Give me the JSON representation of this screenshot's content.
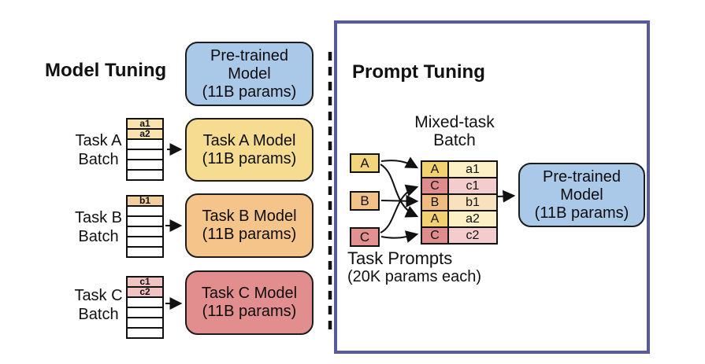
{
  "colors": {
    "pretrained_blue": "#aac8e8",
    "task_a_model_yellow": "#f6dc90",
    "task_b_model_orange": "#f5c48b",
    "task_c_model_red": "#e28e8e",
    "batch_a_cell": "#f8e2ad",
    "batch_b_cell": "#f3cf9f",
    "batch_c_cell": "#f1c2c2",
    "prompt_a": "#f3d57c",
    "prompt_b": "#f2c289",
    "prompt_c": "#e29090",
    "mixed_task_a": "#f2d170",
    "mixed_task_b": "#f1bb80",
    "mixed_task_c": "#e18c8c",
    "mixed_ex_a": "#fbf0c6",
    "mixed_ex_b": "#f8e2bd",
    "mixed_ex_c": "#f3cdcd",
    "panel_border": "#575b9c",
    "outline": "#1c1c1c"
  },
  "model_tuning": {
    "title": "Model Tuning",
    "pretrained_model": {
      "line1": "Pre-trained",
      "line2": "Model",
      "line3": "(11B params)"
    },
    "tasks": [
      {
        "name": "Task A",
        "batch_word": "Batch",
        "examples": [
          "a1",
          "a2"
        ],
        "model": {
          "line1": "Task A Model",
          "line2": "(11B params)"
        }
      },
      {
        "name": "Task B",
        "batch_word": "Batch",
        "examples": [
          "b1"
        ],
        "model": {
          "line1": "Task B Model",
          "line2": "(11B params)"
        }
      },
      {
        "name": "Task C",
        "batch_word": "Batch",
        "examples": [
          "c1",
          "c2"
        ],
        "model": {
          "line1": "Task C Model",
          "line2": "(11B params)"
        }
      }
    ]
  },
  "prompt_tuning": {
    "title": "Prompt Tuning",
    "mixed_batch_label": {
      "line1": "Mixed-task",
      "line2": "Batch"
    },
    "task_prompts": [
      "A",
      "B",
      "C"
    ],
    "mixed_batch_rows": [
      {
        "task": "A",
        "example": "a1"
      },
      {
        "task": "C",
        "example": "c1"
      },
      {
        "task": "B",
        "example": "b1"
      },
      {
        "task": "A",
        "example": "a2"
      },
      {
        "task": "C",
        "example": "c2"
      }
    ],
    "pretrained_model": {
      "line1": "Pre-trained",
      "line2": "Model",
      "line3": "(11B params)"
    },
    "caption": {
      "line1": "Task Prompts",
      "line2": "(20K params each)"
    }
  }
}
